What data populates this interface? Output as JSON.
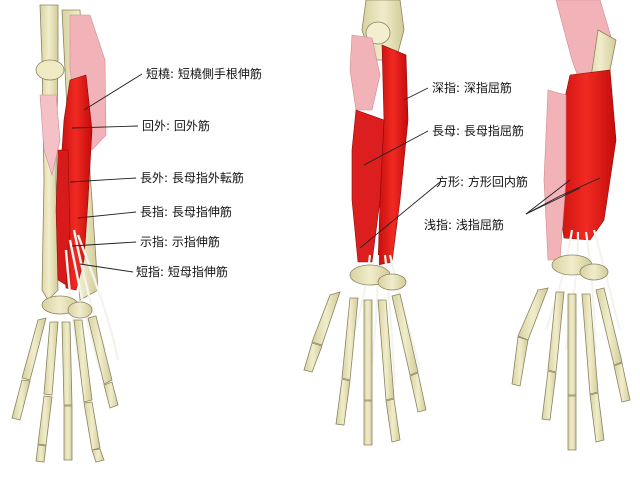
{
  "labels": {
    "l1": "短橈: 短橈側手根伸筋",
    "l2": "回外: 回外筋",
    "l3": "長外: 長母指外転筋",
    "l4": "長指: 長母指伸筋",
    "l5": "示指: 示指伸筋",
    "l6": "短指: 短母指伸筋",
    "l7": "深指: 深指屈筋",
    "l8": "長母: 長母指屈筋",
    "l9": "方形: 方形回内筋",
    "l10": "浅指: 浅指屈筋"
  },
  "colors": {
    "bone": "#ebe6bd",
    "bone_outline": "#8a8560",
    "muscle_red": "#e31a1a",
    "muscle_pink": "#f2b3b8",
    "tendon": "#f7f7f2",
    "leader": "#222222"
  }
}
